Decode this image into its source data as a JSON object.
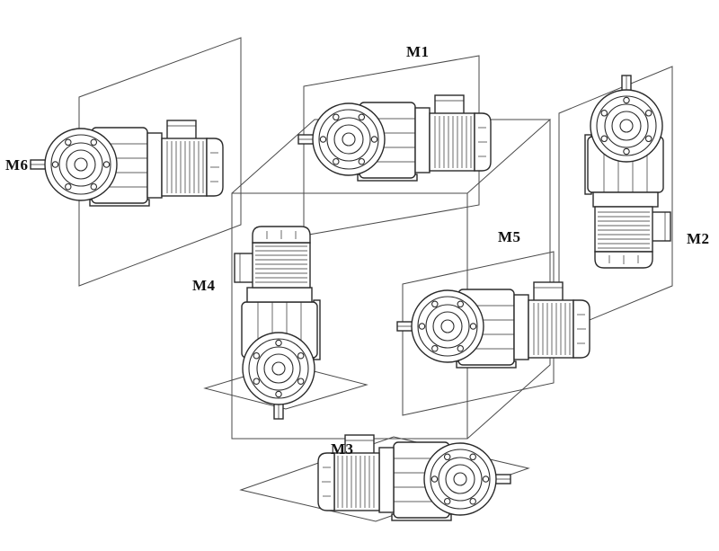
{
  "colors": {
    "line": "#2b2b2b",
    "frame": "#4a4a4a",
    "background": "#ffffff"
  },
  "diagram": {
    "labels": {
      "m1": "M1",
      "m2": "M2",
      "m3": "M3",
      "m4": "M4",
      "m5": "M5",
      "m6": "M6"
    }
  }
}
